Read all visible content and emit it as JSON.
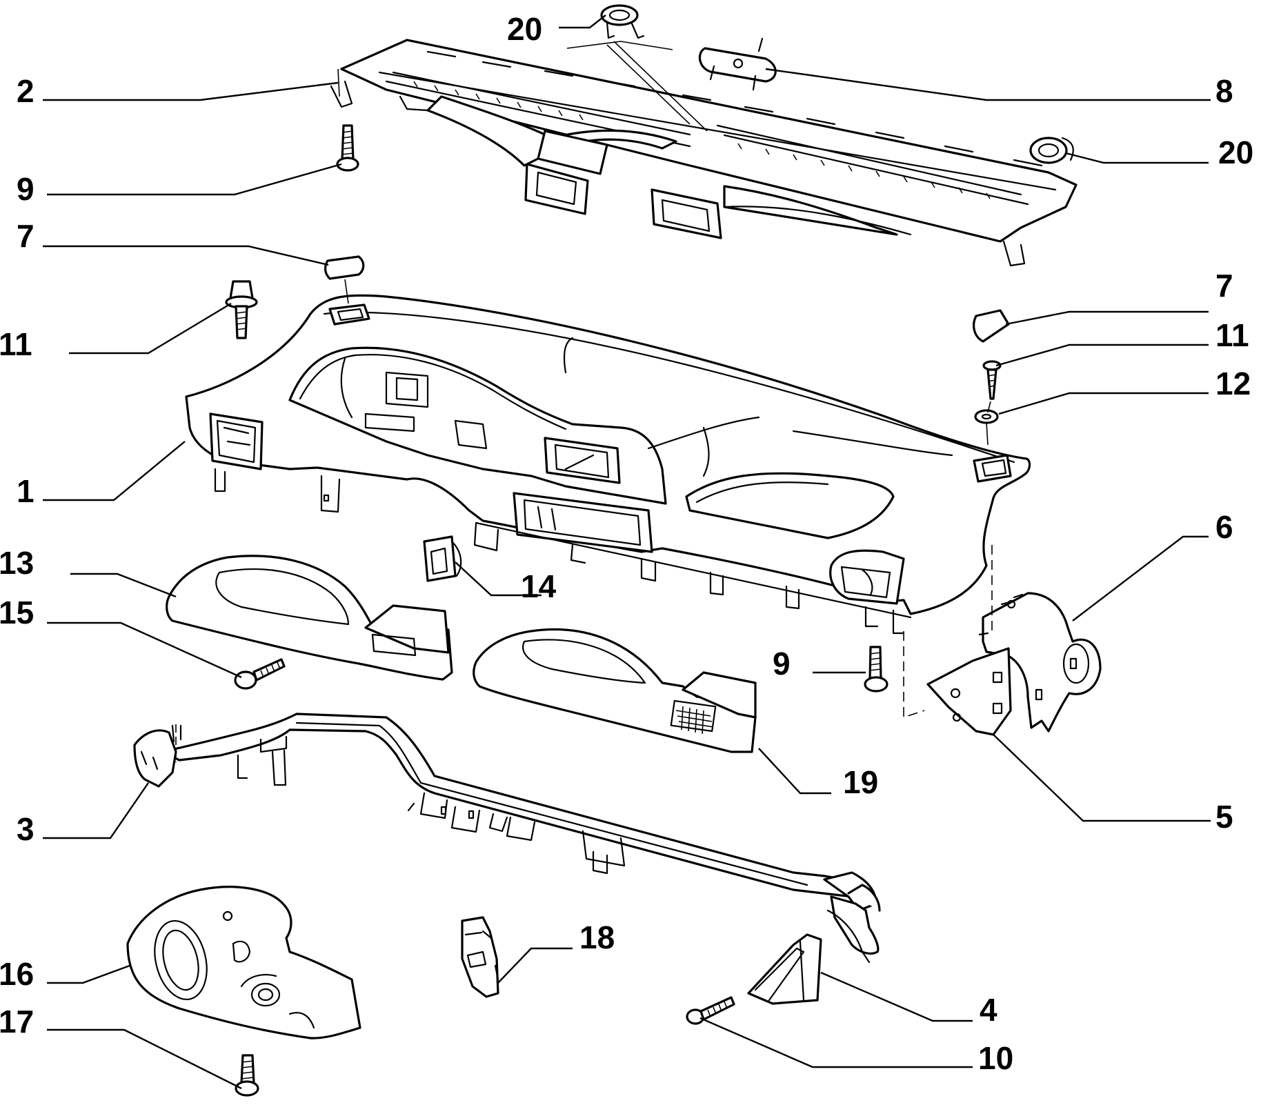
{
  "callouts": [
    {
      "id": "c20a",
      "text": "20"
    },
    {
      "id": "c2",
      "text": "2"
    },
    {
      "id": "c8",
      "text": "8"
    },
    {
      "id": "c9a",
      "text": "9"
    },
    {
      "id": "c20b",
      "text": "20"
    },
    {
      "id": "c7a",
      "text": "7"
    },
    {
      "id": "c7b",
      "text": "7"
    },
    {
      "id": "c11a",
      "text": "11"
    },
    {
      "id": "c11b",
      "text": "11"
    },
    {
      "id": "c12",
      "text": "12"
    },
    {
      "id": "c1",
      "text": "1"
    },
    {
      "id": "c6",
      "text": "6"
    },
    {
      "id": "c13",
      "text": "13"
    },
    {
      "id": "c14",
      "text": "14"
    },
    {
      "id": "c15",
      "text": "15"
    },
    {
      "id": "c9b",
      "text": "9"
    },
    {
      "id": "c19",
      "text": "19"
    },
    {
      "id": "c3",
      "text": "3"
    },
    {
      "id": "c5",
      "text": "5"
    },
    {
      "id": "c18",
      "text": "18"
    },
    {
      "id": "c16",
      "text": "16"
    },
    {
      "id": "c4",
      "text": "4"
    },
    {
      "id": "c17",
      "text": "17"
    },
    {
      "id": "c10",
      "text": "10"
    }
  ],
  "colors": {
    "line": "#000000",
    "background": "#ffffff"
  }
}
